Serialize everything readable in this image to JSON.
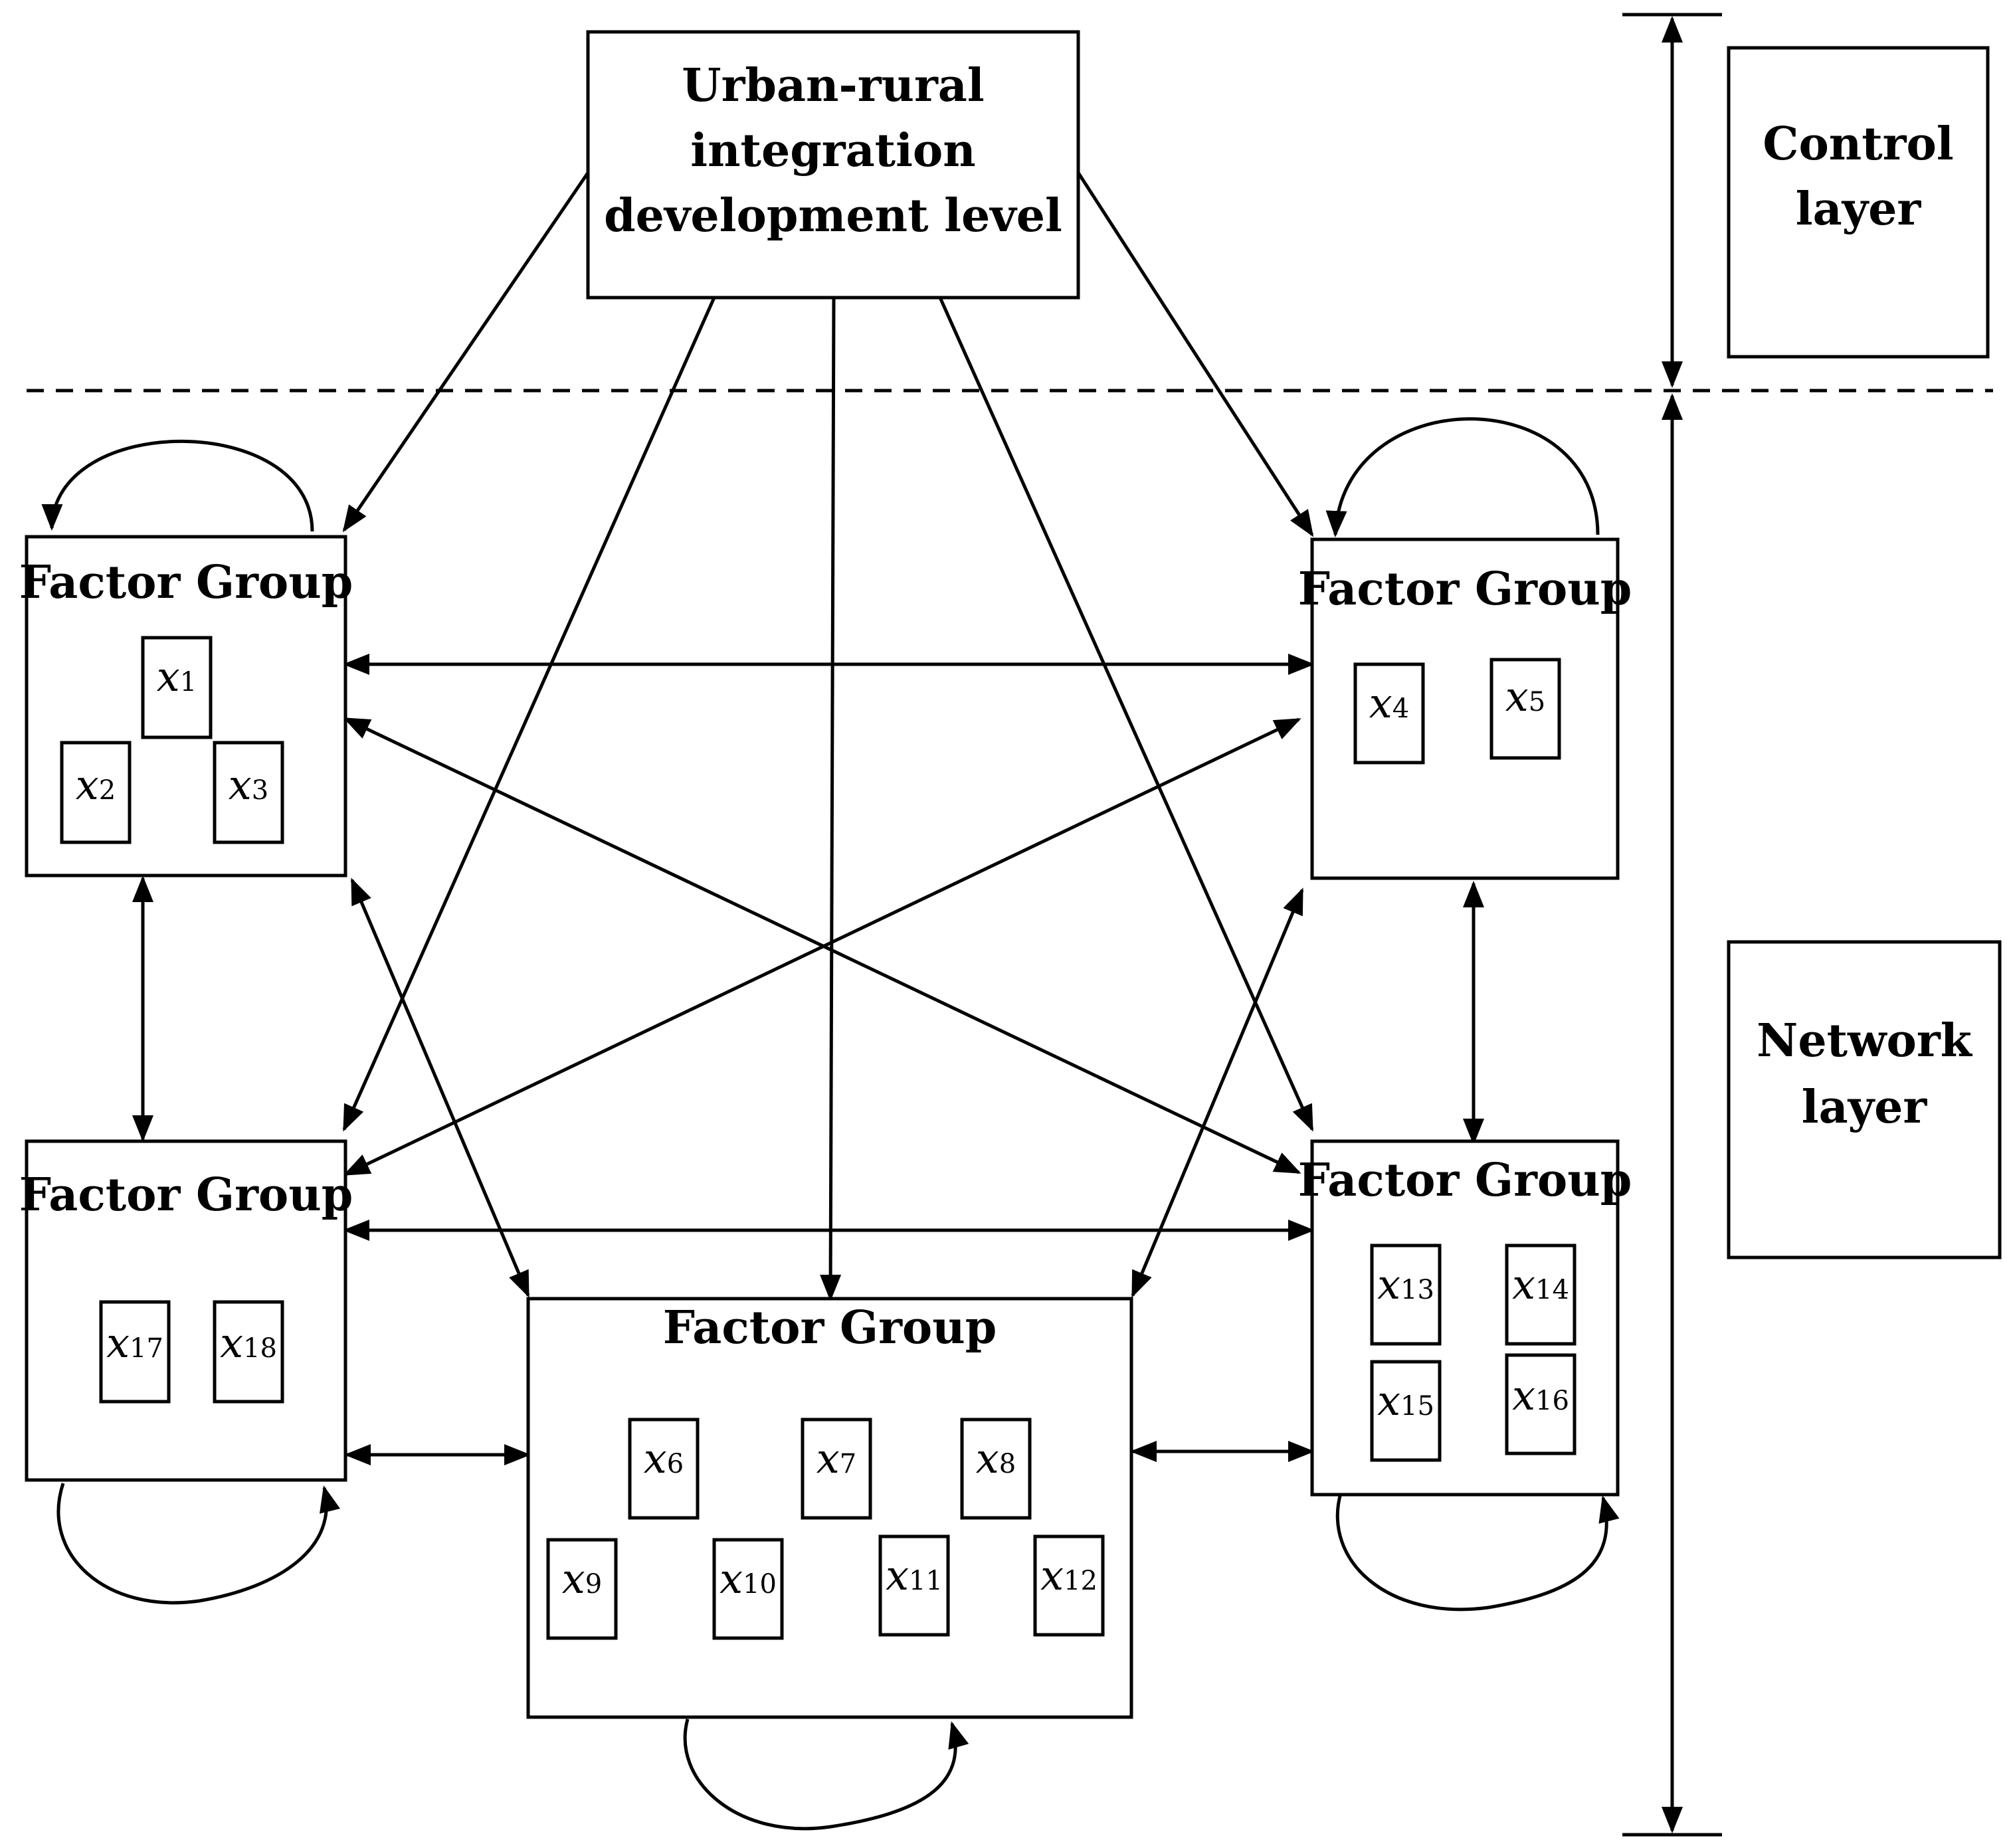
{
  "goal": {
    "lines": [
      "Urban-rural",
      "integration",
      "development level"
    ]
  },
  "layers": {
    "control": [
      "Control",
      "layer"
    ],
    "network": [
      "Network",
      "layer"
    ]
  },
  "groups": [
    {
      "id": "g1",
      "title": "Factor Group",
      "vars": [
        "1",
        "2",
        "3"
      ]
    },
    {
      "id": "g2",
      "title": "Factor Group",
      "vars": [
        "4",
        "5"
      ]
    },
    {
      "id": "g3",
      "title": "Factor Group",
      "vars": [
        "13",
        "14",
        "15",
        "16"
      ]
    },
    {
      "id": "g4",
      "title": "Factor Group",
      "vars": [
        "6",
        "7",
        "8",
        "9",
        "10",
        "11",
        "12"
      ]
    },
    {
      "id": "g5",
      "title": "Factor Group",
      "vars": [
        "17",
        "18"
      ]
    }
  ],
  "variable_letter": "x"
}
